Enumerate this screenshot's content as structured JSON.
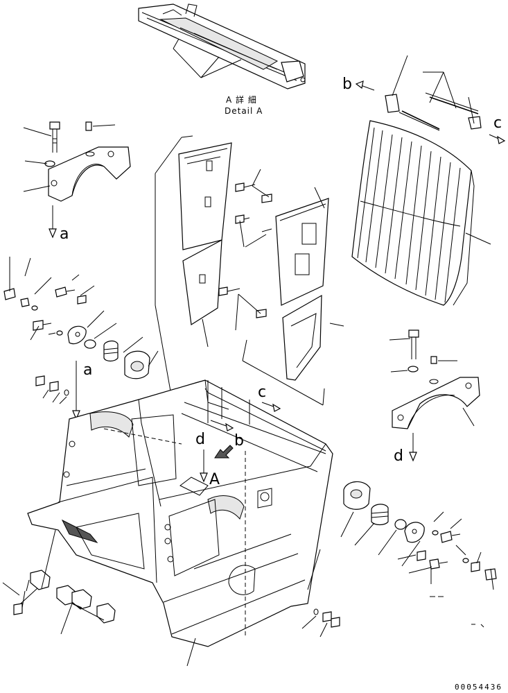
{
  "detail": {
    "jp": "A 詳 細",
    "en": "Detail A"
  },
  "section_labels": {
    "a_top": "a",
    "a_mid": "a",
    "b_top": "b",
    "b_frame": "b",
    "c_top": "c",
    "c_frame": "c",
    "d_frame": "d",
    "d_right": "d",
    "A_frame": "A"
  },
  "part_number": "00054436"
}
